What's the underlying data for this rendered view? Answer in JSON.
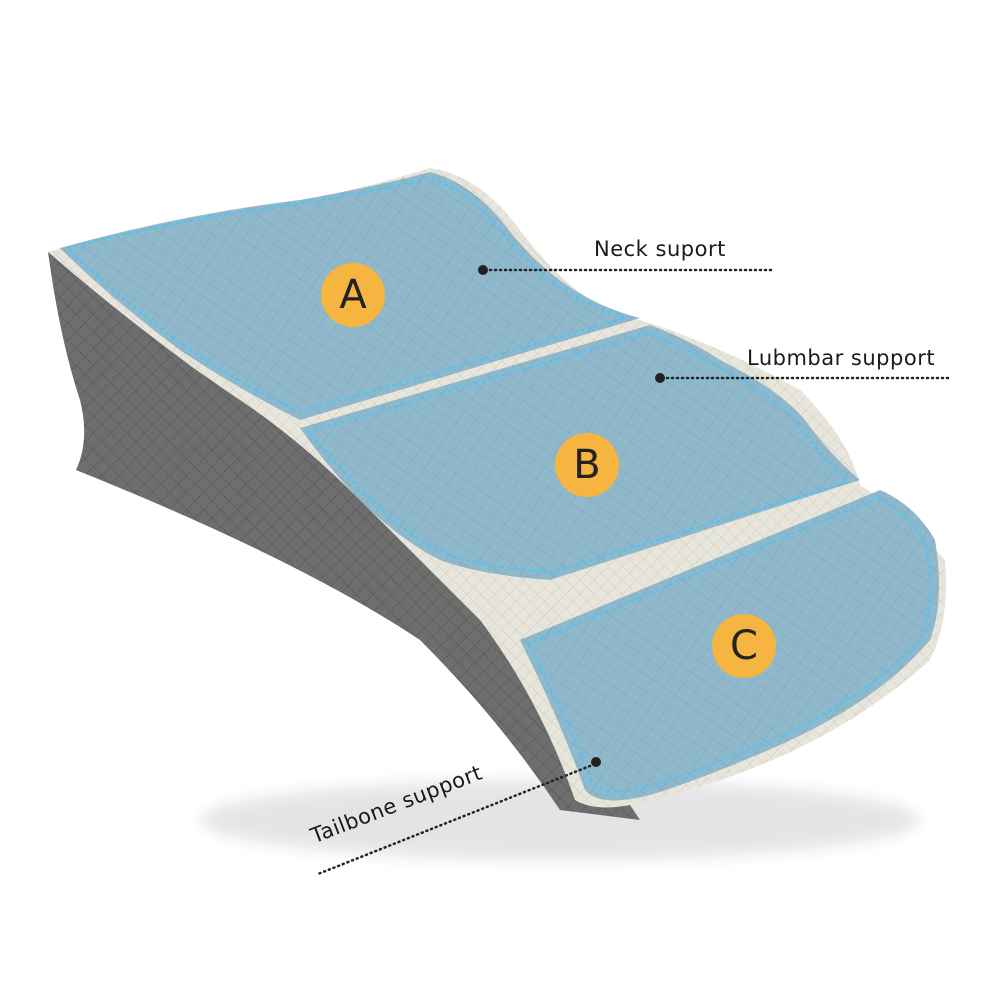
{
  "colors": {
    "fabric_blue": "#8fb8ca",
    "side_gray": "#6e6e6e",
    "edge_cream": "#e8e6dc",
    "stitch_dots": "#4fc3f7",
    "badge_orange": "#f6b540",
    "label_text": "#1a1a1a"
  },
  "zones": [
    {
      "letter": "A",
      "label": "Neck suport"
    },
    {
      "letter": "B",
      "label": "Lubmbar support"
    },
    {
      "letter": "C",
      "label": "Tailbone support"
    }
  ]
}
